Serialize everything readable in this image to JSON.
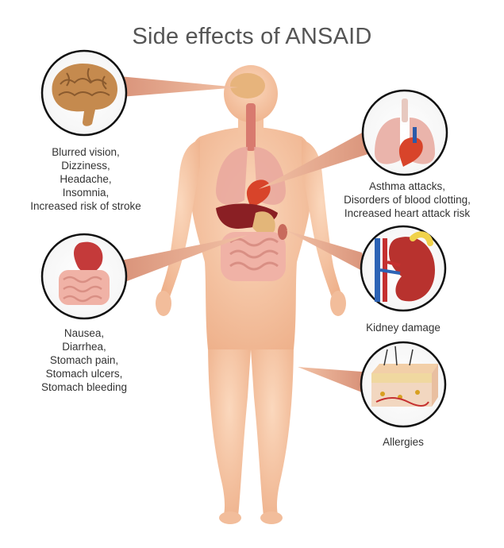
{
  "title": "Side effects of ANSAID",
  "colors": {
    "skin": "#f8c9a8",
    "skin_shade": "#eeb28c",
    "pointer": "#e2a583",
    "circle_border": "#111111",
    "title_text": "#555555"
  },
  "callouts": {
    "brain": {
      "icon": "brain-icon",
      "lines": [
        "Blurred vision,",
        "Dizziness,",
        "Headache,",
        "Insomnia,",
        "Increased risk of stroke"
      ]
    },
    "lungs_heart": {
      "icon": "lungs-heart-icon",
      "lines": [
        "Asthma attacks,",
        "Disorders of blood clotting,",
        "Increased heart attack risk"
      ]
    },
    "digestive": {
      "icon": "stomach-intestines-icon",
      "lines": [
        "Nausea,",
        "Diarrhea,",
        "Stomach pain,",
        "Stomach ulcers,",
        "Stomach bleeding"
      ]
    },
    "kidney": {
      "icon": "kidney-icon",
      "lines": [
        "Kidney damage"
      ]
    },
    "skin": {
      "icon": "skin-layers-icon",
      "lines": [
        "Allergies"
      ]
    }
  }
}
